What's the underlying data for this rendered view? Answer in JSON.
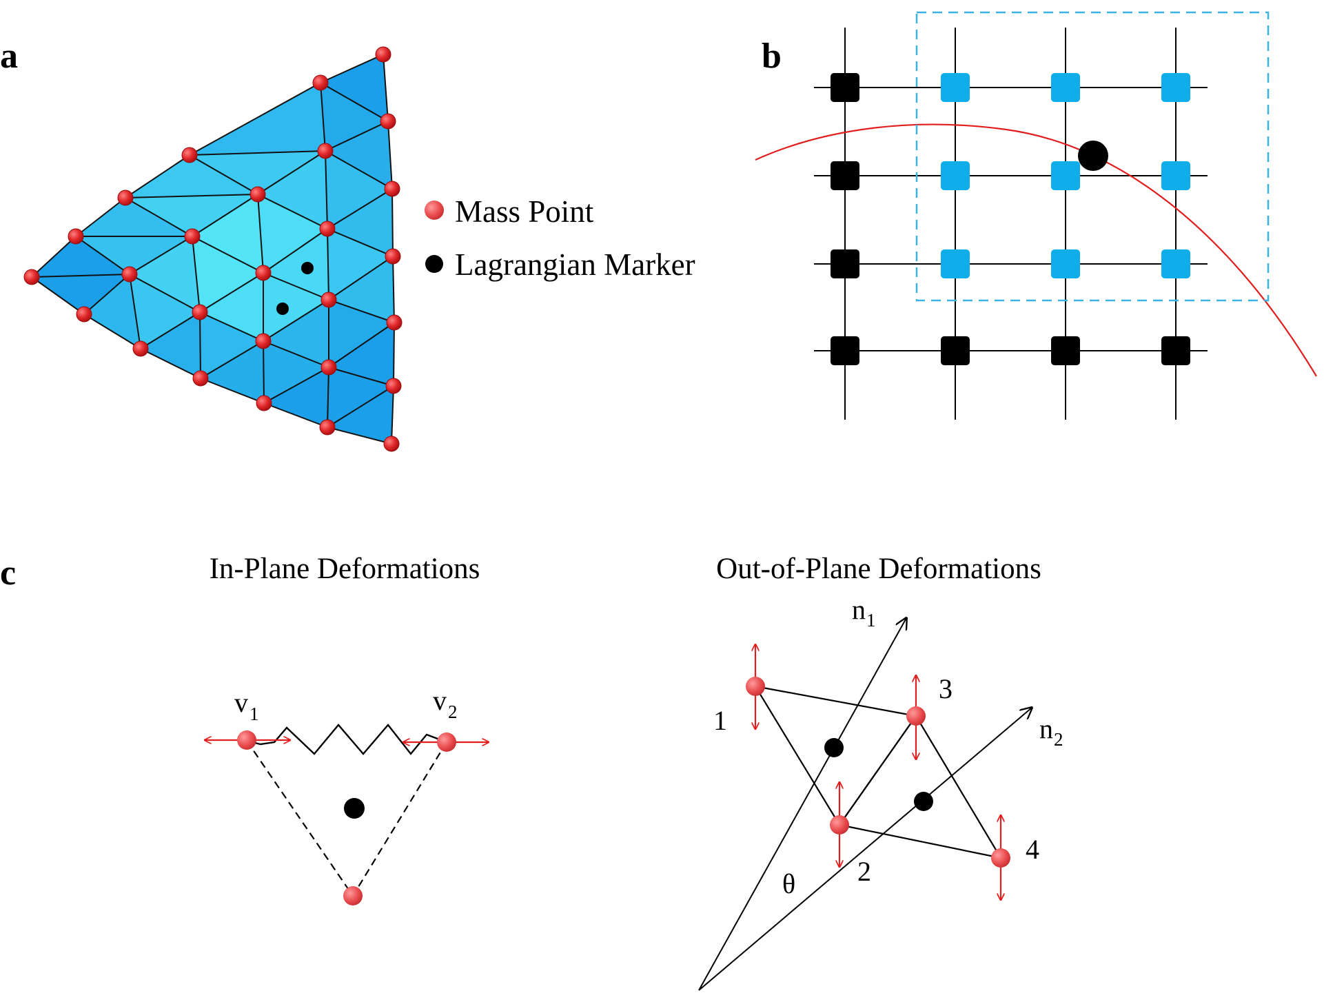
{
  "panels": {
    "a": {
      "label": "a"
    },
    "b": {
      "label": "b"
    },
    "c": {
      "label": "c"
    }
  },
  "legend": {
    "mass_point": "Mass Point",
    "lagrangian_marker": "Lagrangian Marker"
  },
  "in_plane": {
    "title": "In-Plane Deformations",
    "v1_base": "v",
    "v1_sub": "1",
    "v2_base": "v",
    "v2_sub": "2"
  },
  "out_of_plane": {
    "title": "Out-of-Plane Deformations",
    "n1_base": "n",
    "n1_sub": "1",
    "n2_base": "n",
    "n2_sub": "2",
    "node_1": "1",
    "node_2": "2",
    "node_3": "3",
    "node_4": "4",
    "angle": "θ"
  },
  "colors": {
    "mesh_light": "#5df0fa",
    "mesh_dark": "#1a9fe8",
    "mass_point": "#d8282a",
    "grid_cell_blue": "#0faeeb",
    "interface_curve": "#e11d1d",
    "stencil_box": "#3ab3e3",
    "marker": "#000000"
  }
}
